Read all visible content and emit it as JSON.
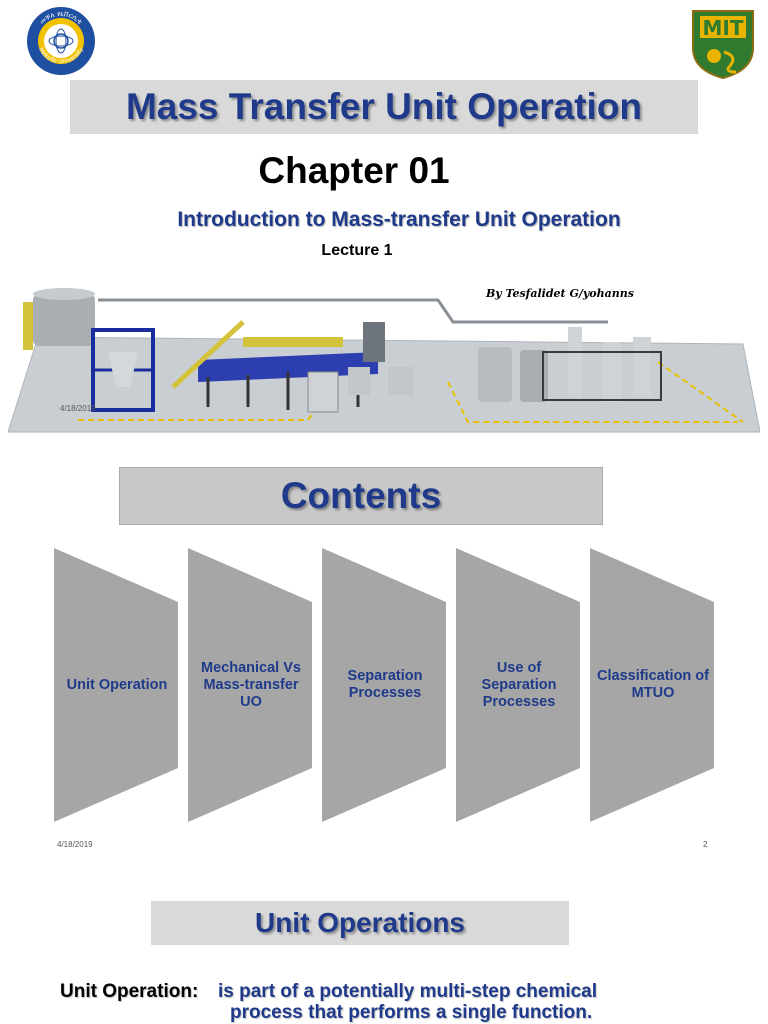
{
  "slide1": {
    "left_logo_text": "Mekelle University",
    "left_logo_script": "መቐለ ዩኒቨርሲቲ",
    "right_logo_text": "MIT",
    "title": "Mass Transfer Unit Operation",
    "chapter": "Chapter 01",
    "subtitle": "Introduction to Mass-transfer Unit Operation",
    "lecture": "Lecture 1",
    "author": "By Tesfalidet G/yohanns",
    "image_date": "4/18/2019"
  },
  "slide2": {
    "heading": "Contents",
    "items": [
      {
        "label": "Unit Operation"
      },
      {
        "label": "Mechanical Vs Mass-transfer UO"
      },
      {
        "label": "Separation Processes"
      },
      {
        "label": "Use of Separation Processes"
      },
      {
        "label": "Classification of MTUO"
      }
    ],
    "footer_date": "4/18/2019",
    "page_number": "2"
  },
  "slide3": {
    "heading": "Unit Operations",
    "definition_term": "Unit Operation",
    "definition_line1": "is part of a potentially multi-step chemical",
    "definition_line2": "process that performs a single function."
  },
  "colors": {
    "title_blue": "#1f3a8a",
    "bar_gray": "#d9d9d9",
    "chevron_gray": "#a6a6a6"
  }
}
